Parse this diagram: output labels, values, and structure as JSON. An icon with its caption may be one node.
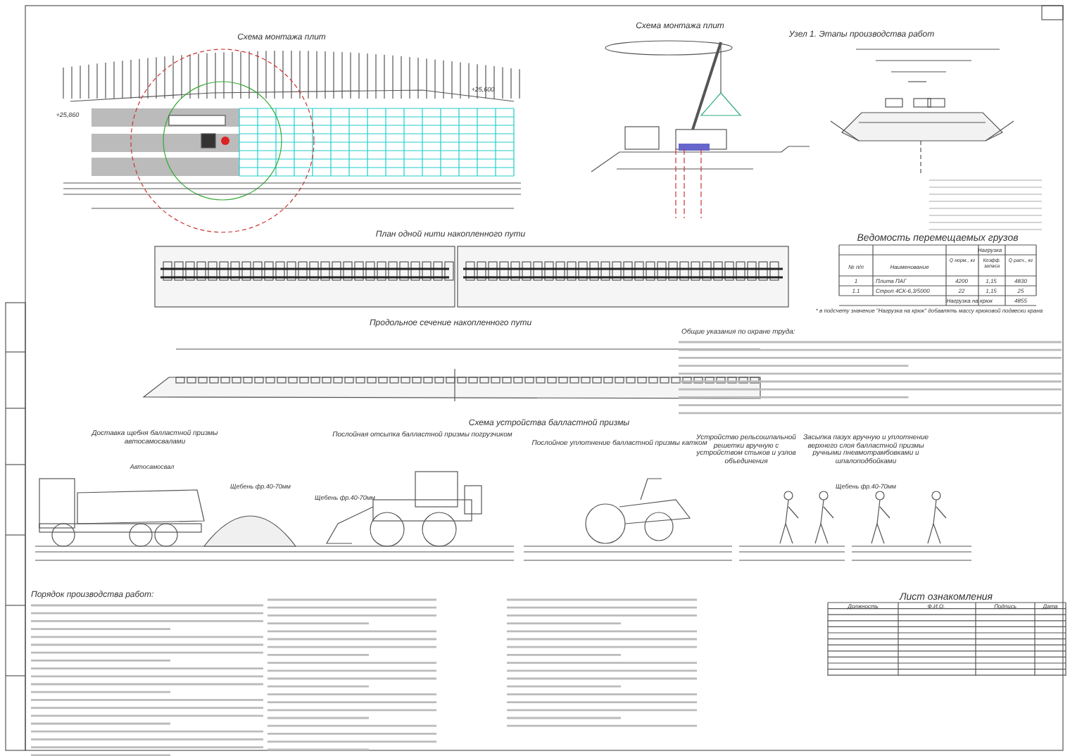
{
  "diagram": {
    "labels": [
      "Схема монтажа плит",
      "+25,860",
      "+25,600",
      "Схема монтажа плит",
      "Узел 1. Этапы производства работ",
      "План одной нити накопленного пути",
      "Ведомость перемещаемых грузов",
      "№ п/п",
      "Наименование",
      "Нагрузка",
      "Q норм., кг",
      "Коэфф. запаса",
      "Q расч., кг",
      "1",
      "Плита ПАГ",
      "4200",
      "1,15",
      "4830",
      "1.1",
      "Строп 4СК-6,3/5000",
      "22",
      "1,15",
      "25",
      "Нагрузка на крюк",
      "4855",
      "* в подсчету значение \"Нагрузка на крюк\" добавлять массу крюковой подвески крана",
      "Продольное сечение накопленного пути",
      "Общие указания по охране труда:",
      "Схема устройства балластной призмы",
      "Доставка щебня балластной призмы автосамосвалами",
      "Послойная отсыпка балластной призмы погрузчиком",
      "Послойное уплотнение балластной призмы катком",
      "Устройство рельсошпальной решетки вручную с устройством стыков и узлов объединения",
      "Засыпка пазух вручную и уплотнение верхнего слоя балластной призмы ручными пневмотрамбовками и шпалоподбойками",
      "Автосамосвал",
      "Щебень фр.40-70мм",
      "Щебень фр.40-70мм",
      "Щебень фр.40-70мм",
      "Порядок производства работ:",
      "Лист ознакомления",
      "Должность",
      "Ф.И.О.",
      "Подпись",
      "Дата"
    ]
  }
}
